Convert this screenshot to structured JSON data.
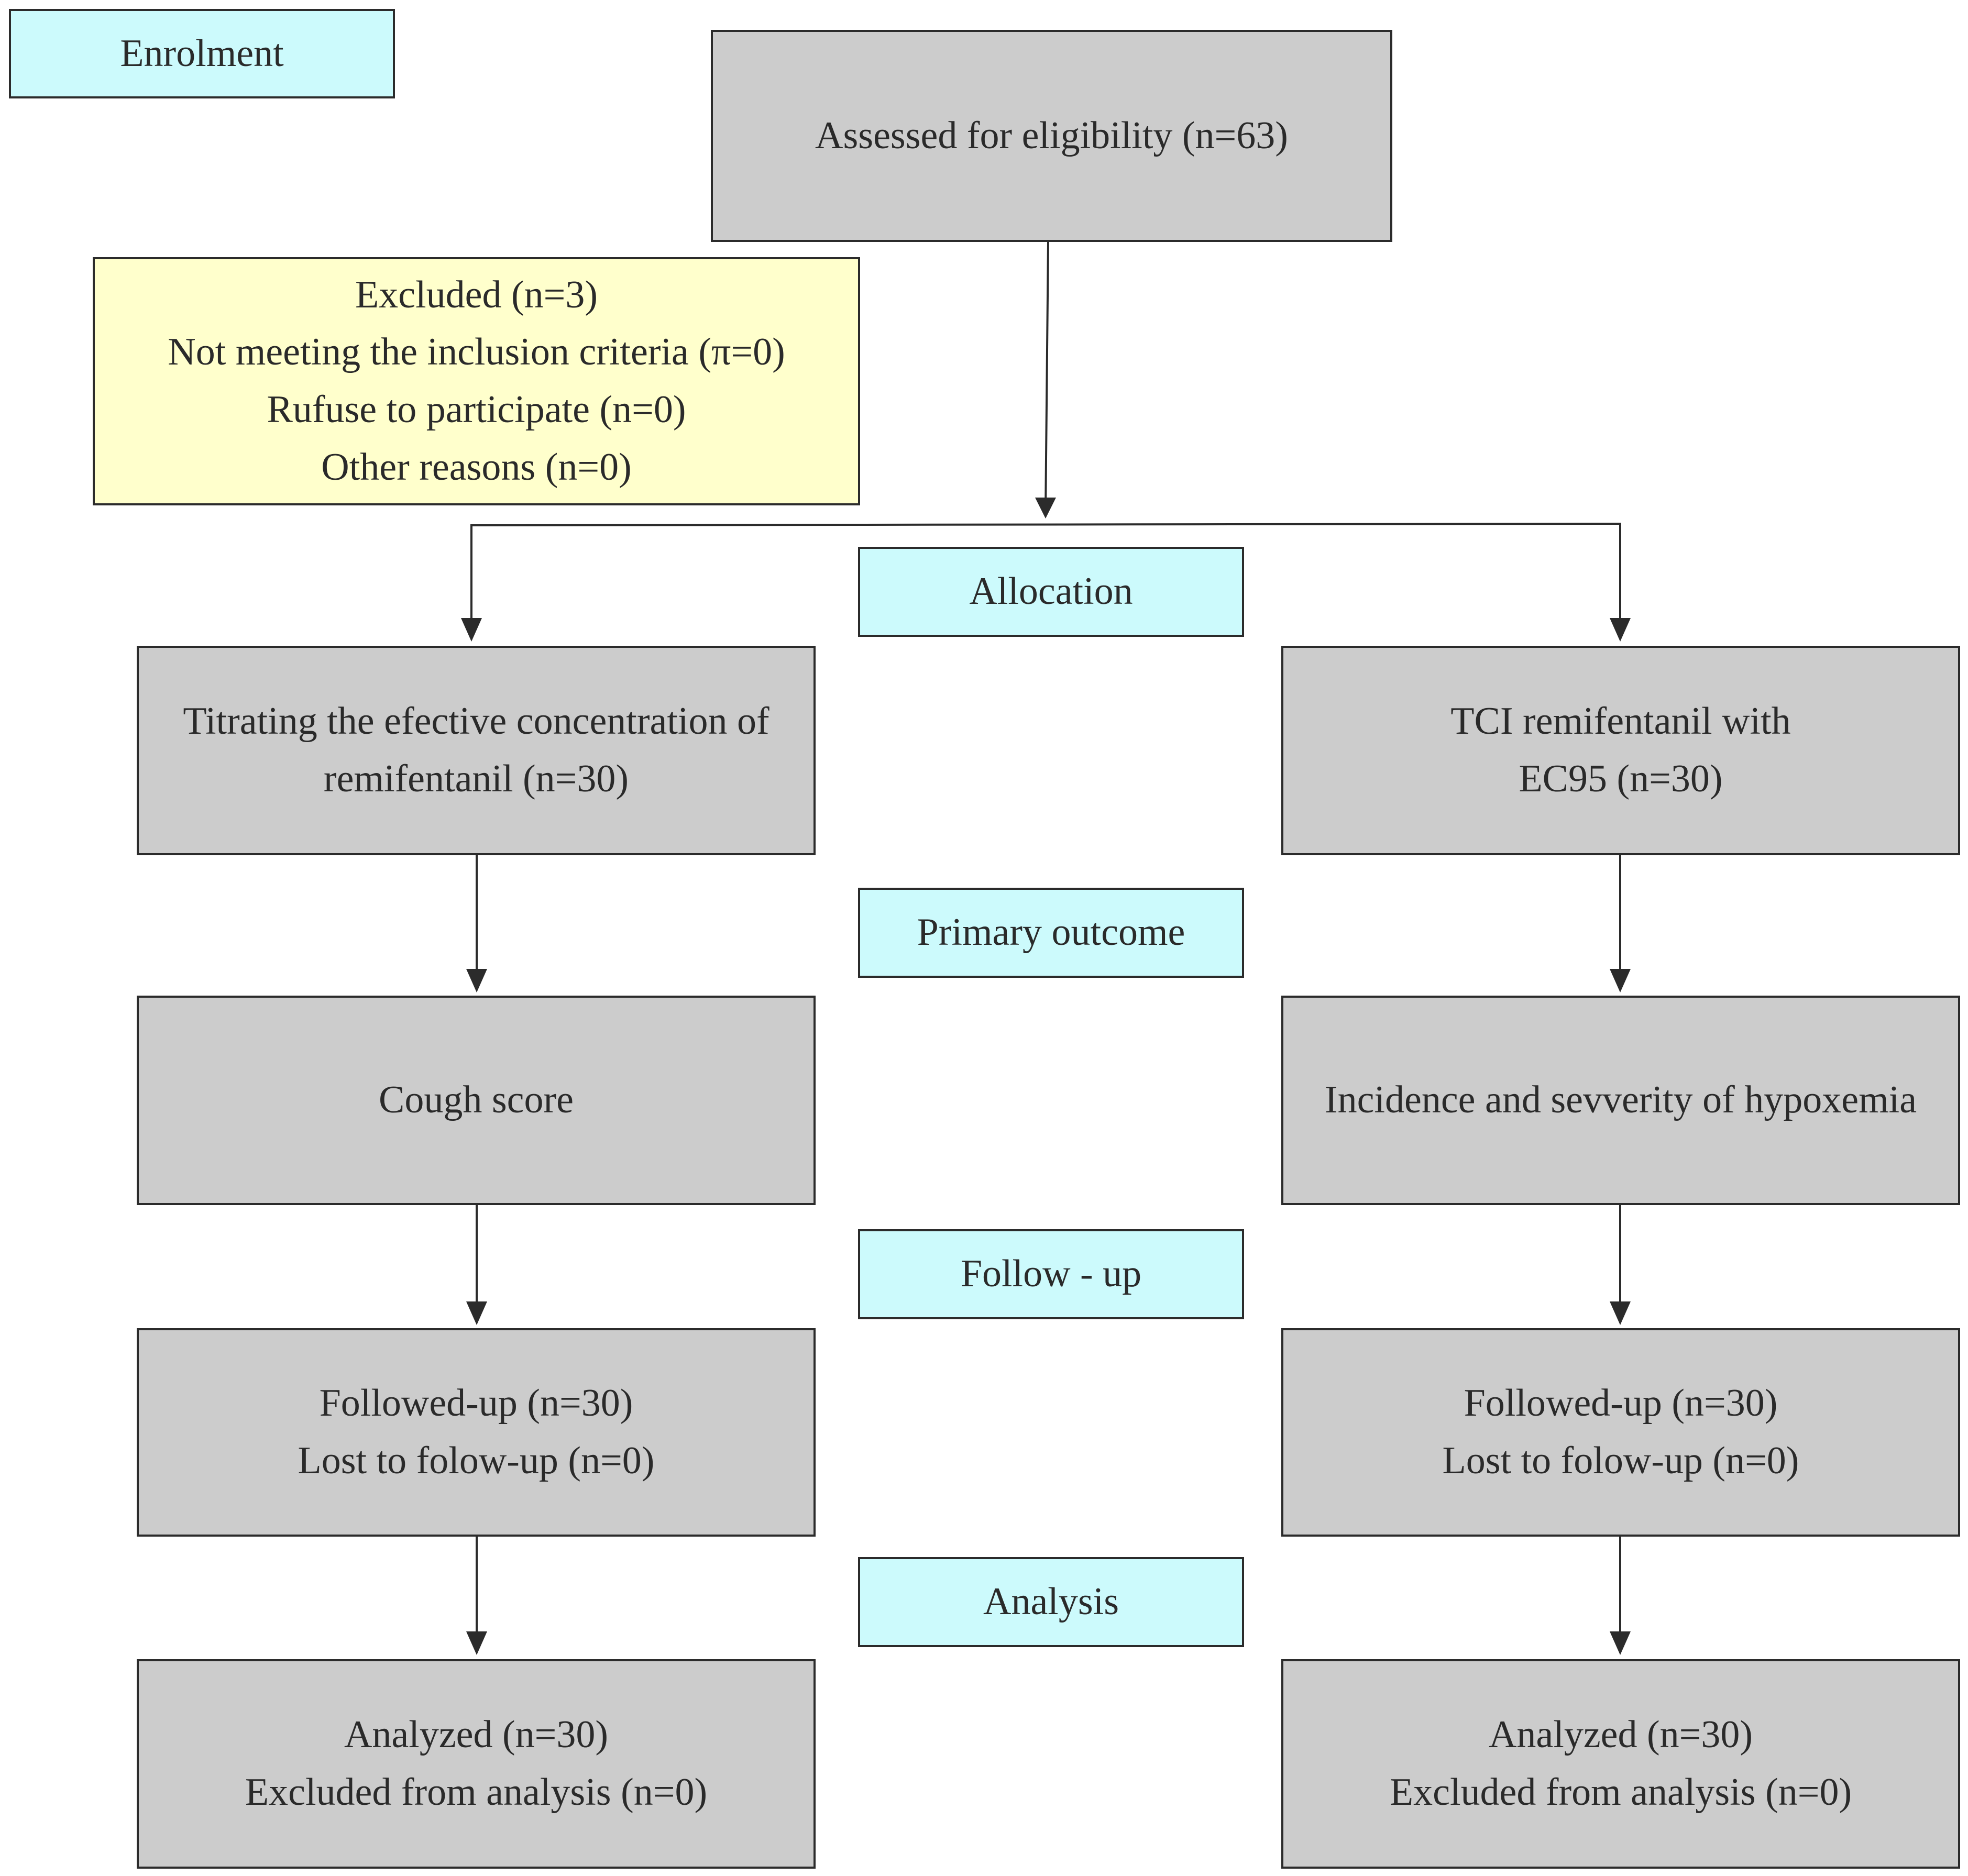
{
  "stage_labels": {
    "enrolment": "Enrolment",
    "allocation": "Allocation",
    "primary_outcome": "Primary outcome",
    "follow_up": "Follow - up",
    "analysis": "Analysis"
  },
  "assessed": {
    "line1": "Assessed for eligibility (n=63)"
  },
  "excluded": {
    "line1": "Excluded (n=3)",
    "line2": "Not meeting the inclusion criteria (π=0)",
    "line3": "Rufuse to participate (n=0)",
    "line4": "Other reasons (n=0)"
  },
  "left_group": {
    "allocation": {
      "line1": "Titrating the efective concentration of",
      "line2": "remifentanil (n=30)"
    },
    "outcome": {
      "line1": "Cough score"
    },
    "follow_up": {
      "line1": "Followed-up (n=30)",
      "line2": "Lost to folow-up (n=0)"
    },
    "analysis": {
      "line1": "Analyzed (n=30)",
      "line2": "Excluded from analysis (n=0)"
    }
  },
  "right_group": {
    "allocation": {
      "line1": "TCI remifentanil with",
      "line2": "EC95 (n=30)"
    },
    "outcome": {
      "line1": "Incidence and sevverity of hypoxemia"
    },
    "follow_up": {
      "line1": "Followed-up (n=30)",
      "line2": "Lost to folow-up (n=0)"
    },
    "analysis": {
      "line1": "Analyzed (n=30)",
      "line2": "Excluded from analysis (n=0)"
    }
  }
}
